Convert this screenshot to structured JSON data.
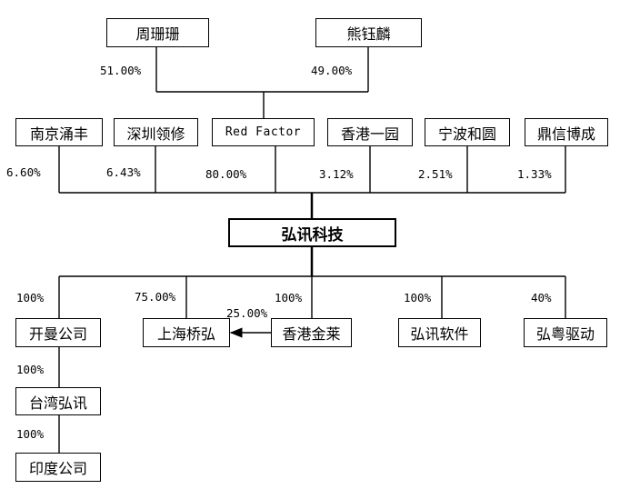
{
  "top_holders": [
    {
      "name": "周珊珊",
      "pct": "51.00%"
    },
    {
      "name": "熊钰麟",
      "pct": "49.00%"
    }
  ],
  "shareholders": [
    {
      "name": "南京涌丰",
      "pct": "6.60%"
    },
    {
      "name": "深圳领修",
      "pct": "6.43%"
    },
    {
      "name": "Red Factor",
      "pct": "80.00%"
    },
    {
      "name": "香港一园",
      "pct": "3.12%"
    },
    {
      "name": "宁波和圆",
      "pct": "2.51%"
    },
    {
      "name": "鼎信博成",
      "pct": "1.33%"
    }
  ],
  "company": {
    "name": "弘讯科技"
  },
  "subsidiaries": [
    {
      "name": "开曼公司",
      "pct": "100%"
    },
    {
      "name": "上海桥弘",
      "pct": "75.00%"
    },
    {
      "name": "香港金莱",
      "pct": "100%"
    },
    {
      "name": "弘讯软件",
      "pct": "100%"
    },
    {
      "name": "弘粤驱动",
      "pct": "40%"
    }
  ],
  "cross_holding": {
    "pct": "25.00%"
  },
  "chain": [
    {
      "name": "台湾弘讯",
      "pct": "100%"
    },
    {
      "name": "印度公司",
      "pct": "100%"
    }
  ]
}
